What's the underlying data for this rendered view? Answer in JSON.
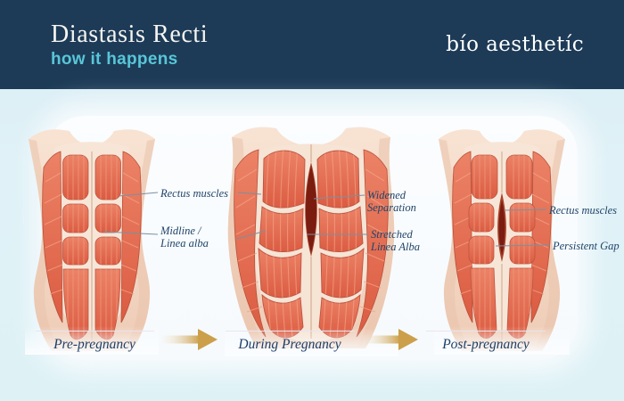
{
  "header": {
    "title": "Diastasis Recti",
    "subtitle": "how it happens",
    "brand": "bío aesthetíc"
  },
  "annotations": {
    "rectus1": {
      "text": "Rectus muscles"
    },
    "midline": {
      "line1": "Midline /",
      "line2": "Linea alba"
    },
    "widened": {
      "line1": "Widened",
      "line2": "Separation"
    },
    "stretched": {
      "line1": "Stretched",
      "line2": "Linea Alba"
    },
    "rectus3": {
      "text": "Rectus muscles"
    },
    "persistentGap": {
      "text": "Persistent Gap"
    }
  },
  "stages": {
    "pre": {
      "label": "Pre-pregnancy"
    },
    "during": {
      "label": "During Pregnancy"
    },
    "post": {
      "label": "Post-pregnancy"
    }
  },
  "colors": {
    "header_bg": "#1d3b57",
    "subtitle_teal": "#58c6d8",
    "brand_white": "#ffffff",
    "accent_gold": "#cc9f4b",
    "label_navy": "#20456a",
    "muscle_red": "#e0674c",
    "muscle_gap_deep": "#7a1c10",
    "skin": "#f2d5c2",
    "content_bg": "#def0f6",
    "panel_white": "#fbfdff"
  }
}
